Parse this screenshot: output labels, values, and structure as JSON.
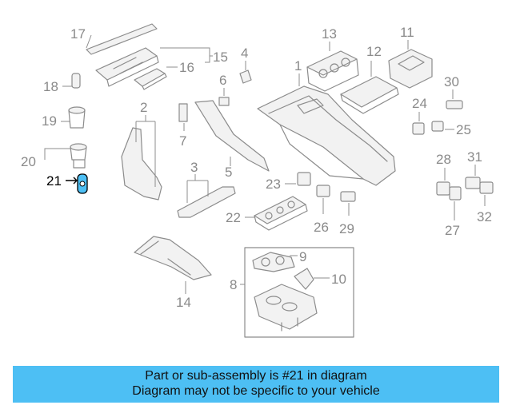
{
  "diagram": {
    "callouts": {
      "c1": "1",
      "c2": "2",
      "c3": "3",
      "c4": "4",
      "c5": "5",
      "c6": "6",
      "c7": "7",
      "c8": "8",
      "c9": "9",
      "c10": "10",
      "c11": "11",
      "c12": "12",
      "c13": "13",
      "c14": "14",
      "c15": "15",
      "c16": "16",
      "c17": "17",
      "c18": "18",
      "c19": "19",
      "c20": "20",
      "c21": "21",
      "c22": "22",
      "c23": "23",
      "c24": "24",
      "c25": "25",
      "c26": "26",
      "c27": "27",
      "c28": "28",
      "c29": "29",
      "c30": "30",
      "c31": "31",
      "c32": "32"
    },
    "highlight_color": "#4dbff4",
    "highlighted_part": "21"
  },
  "banner": {
    "line1": "Part or sub-assembly is #21 in diagram",
    "line2": "Diagram may not be specific to your vehicle",
    "color": "#4dbff4"
  }
}
